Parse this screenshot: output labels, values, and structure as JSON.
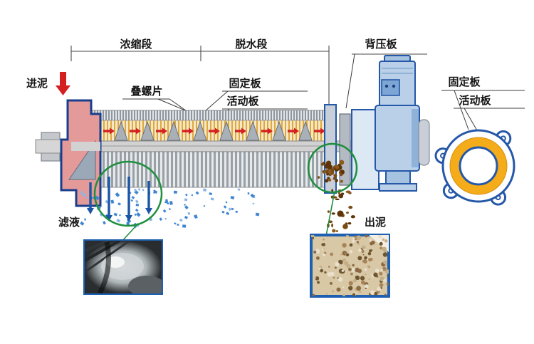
{
  "diagram": {
    "sections": {
      "thickening": "浓缩段",
      "dewatering": "脱水段"
    },
    "callouts": {
      "inlet": "进泥",
      "back_pressure_plate": "背压板",
      "screw_blades": "叠螺片",
      "fixed_plate_mid": "固定板",
      "moving_plate_mid": "活动板",
      "fixed_plate_ring": "固定板",
      "moving_plate_ring": "活动板",
      "filtrate": "滤液",
      "sludge_outlet": "出泥"
    },
    "colors": {
      "outline_blue": "#1d5fb0",
      "dark_blue": "#1a3e8c",
      "hopper_pink": "#e59a9a",
      "screw_bg": "#f3e9c9",
      "screw_stripe": "#e2a73c",
      "arrow_red": "#d42020",
      "filtrate_blue": "#3f86d2",
      "filtrate_blue_light": "#8ab6e6",
      "deep_blue": "#1b55a5",
      "sludge_brown": "#5d3308",
      "highlight_green": "#1e8f3e",
      "ring_orange": "#f5ac1a",
      "motor_blue": "#b9d0e8",
      "steel_gray": "#aab0b8"
    }
  }
}
